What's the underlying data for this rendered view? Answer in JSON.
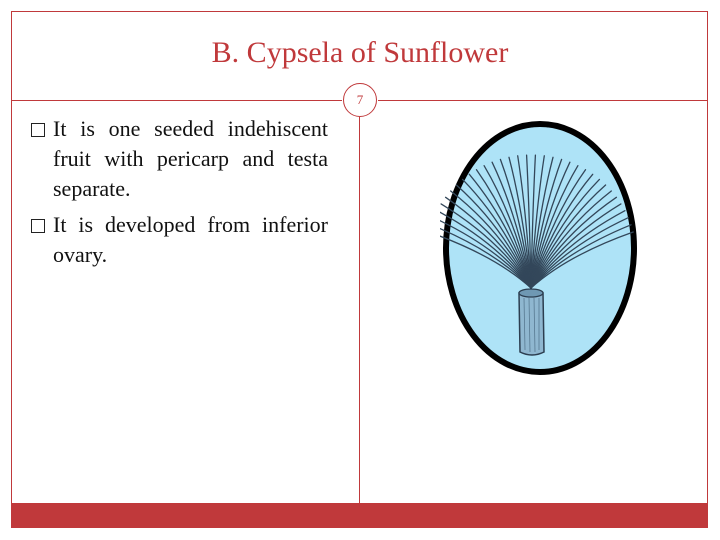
{
  "slide": {
    "title": "B. Cypsela of Sunflower",
    "page_number": "7",
    "bullets": [
      {
        "text": "It is one seeded indehiscent fruit with pericarp and testa separate."
      },
      {
        "text": "It is developed from inferior ovary."
      }
    ]
  },
  "colors": {
    "accent": "#c0393b",
    "figure_fill": "#aee3f7",
    "figure_outline": "#000000",
    "pappus": "#33475a"
  }
}
